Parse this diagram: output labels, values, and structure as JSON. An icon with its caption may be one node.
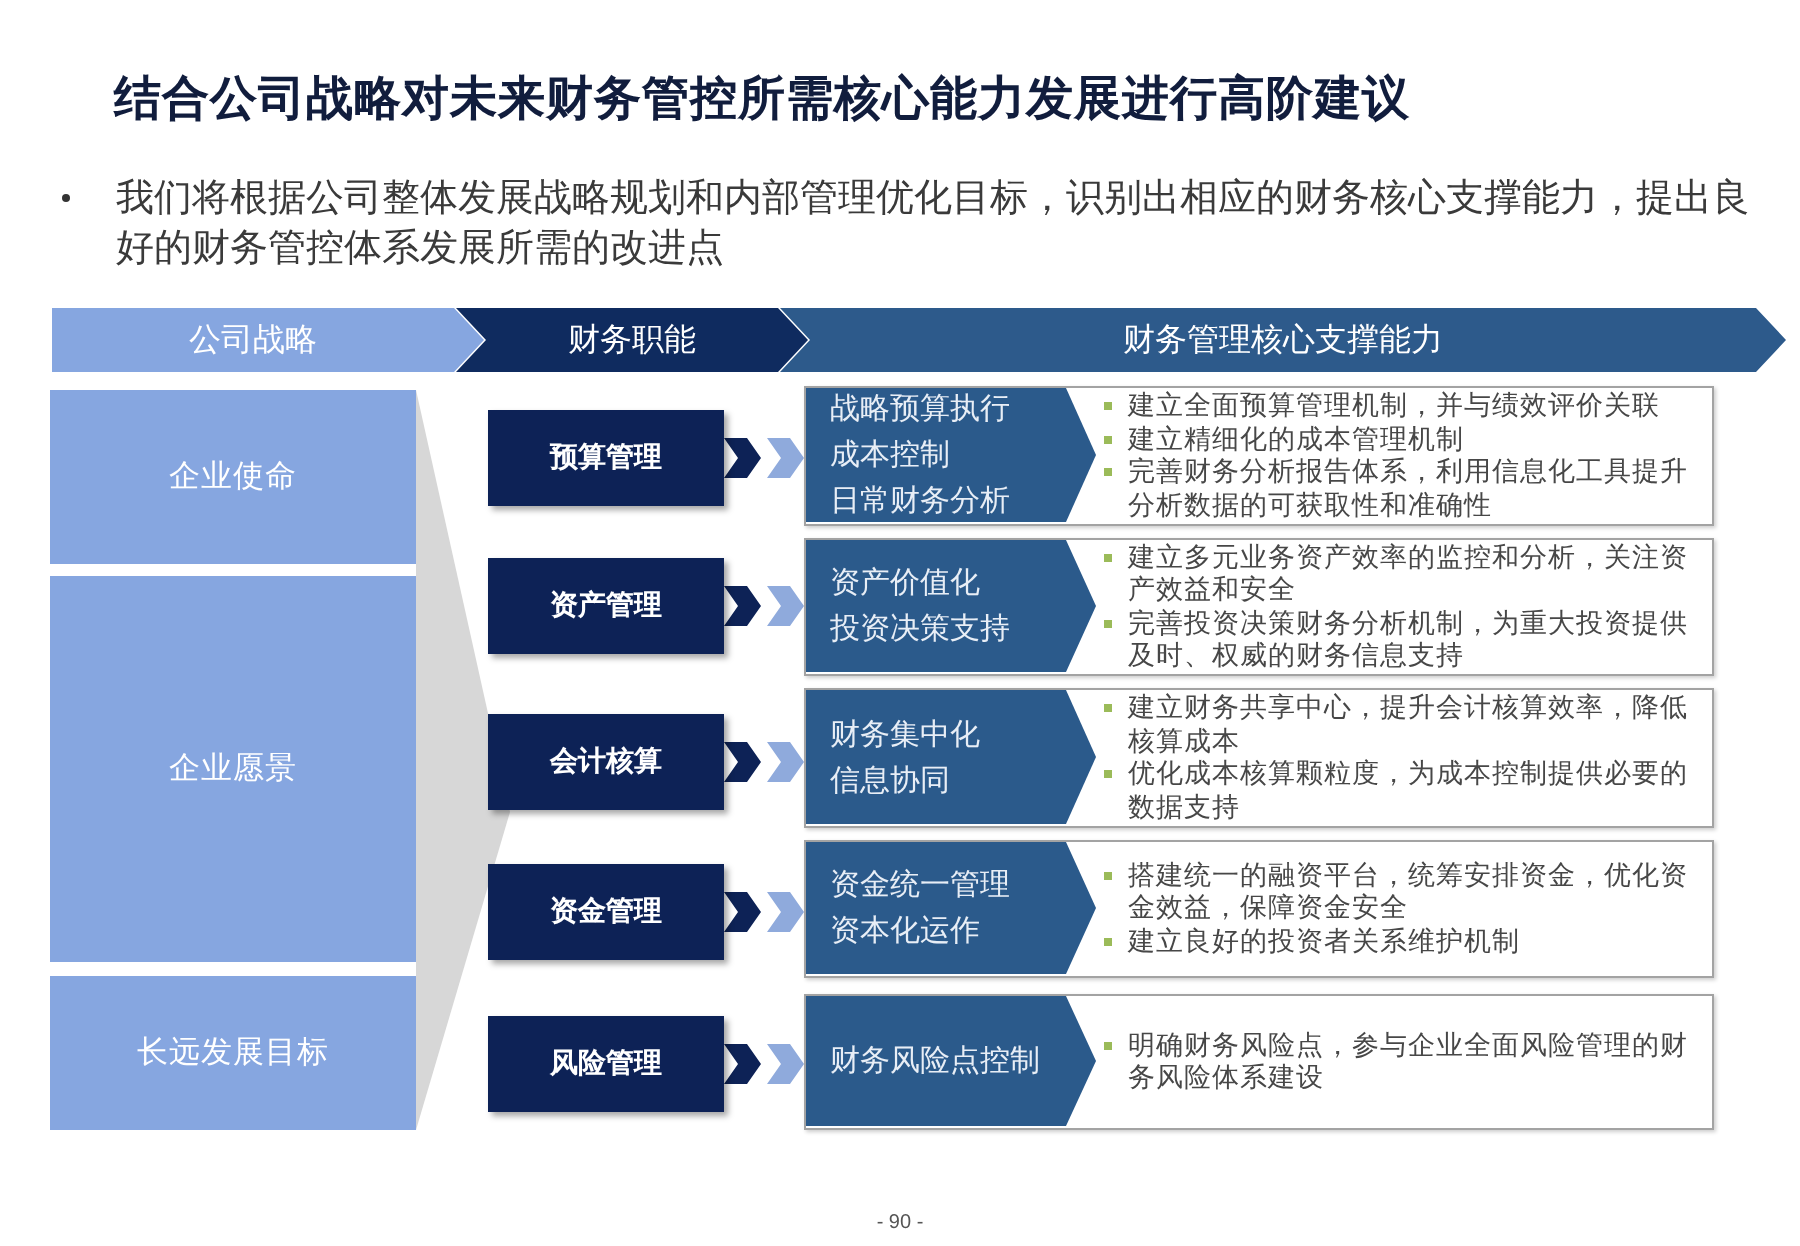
{
  "diagram": {
    "title": "结合公司战略对未来财务管控所需核心能力发展进行高阶建议",
    "nodes": [
      {
        "text": [
          "公司战略"
        ]
      },
      {
        "text": [
          "财务职能"
        ]
      },
      {
        "text": [
          "财务管理核心支撑能力"
        ]
      },
      {
        "text": [
          "企业使命"
        ]
      },
      {
        "text": [
          "企业愿景"
        ]
      },
      {
        "text": [
          "长远发展目标"
        ]
      },
      {
        "text": [],
        "shape": "triangle"
      },
      {
        "text": [
          "预算管理"
        ]
      },
      {
        "text": [
          "资产管理"
        ]
      },
      {
        "text": [
          "会计核算"
        ]
      },
      {
        "text": [
          "资金管理"
        ]
      },
      {
        "text": [
          "风险管理"
        ]
      },
      {
        "text": [
          "建立全面预算管理机制，并与绩效评价关联",
          "建立精细化的成本管理机制",
          "完善财务分析报告体系，利用信息化工具提升分析数据的可获取性和准确性"
        ]
      },
      {
        "text": [
          "战略预算执行",
          "成本控制",
          "日常财务分析"
        ],
        "in": 12
      },
      {
        "text": [
          "建立多元业务资产效率的监控和分析，关注资产效益和安全",
          "完善投资决策财务分析机制，为重大投资提供及时、权威的财务信息支持"
        ]
      },
      {
        "text": [
          "资产价值化",
          "投资决策支持"
        ],
        "in": 14
      },
      {
        "text": [
          "建立财务共享中心，提升会计核算效率，降低核算成本",
          "优化成本核算颗粒度，为成本控制提供必要的数据支持"
        ]
      },
      {
        "text": [
          "财务集中化",
          "信息协同"
        ],
        "in": 16
      },
      {
        "text": [
          "搭建统一的融资平台，统筹安排资金，优化资金效益，保障资金安全",
          "建立良好的投资者关系维护机制"
        ]
      },
      {
        "text": [
          "资金统一管理",
          "资本化运作"
        ],
        "in": 18
      },
      {
        "text": [
          "明确财务风险点，参与企业全面风险管理的财务风险体系建设"
        ]
      },
      {
        "text": [
          "财务风险点控制"
        ],
        "in": 20
      }
    ],
    "edges": [
      {
        "from": 7,
        "to": 12,
        "arrow": "to"
      },
      {
        "from": 8,
        "to": 14,
        "arrow": "to"
      },
      {
        "from": 9,
        "to": 16,
        "arrow": "to"
      },
      {
        "from": 10,
        "to": 18,
        "arrow": "to"
      },
      {
        "from": 11,
        "to": 20,
        "arrow": "to"
      }
    ],
    "labels": [
      "我们将根据公司整体发展战略规划和内部管理优化目标，识别出相应的财务核心支撑能力，提出良好的财务管控体系发展所需的改进点",
      "- 90 -"
    ]
  }
}
